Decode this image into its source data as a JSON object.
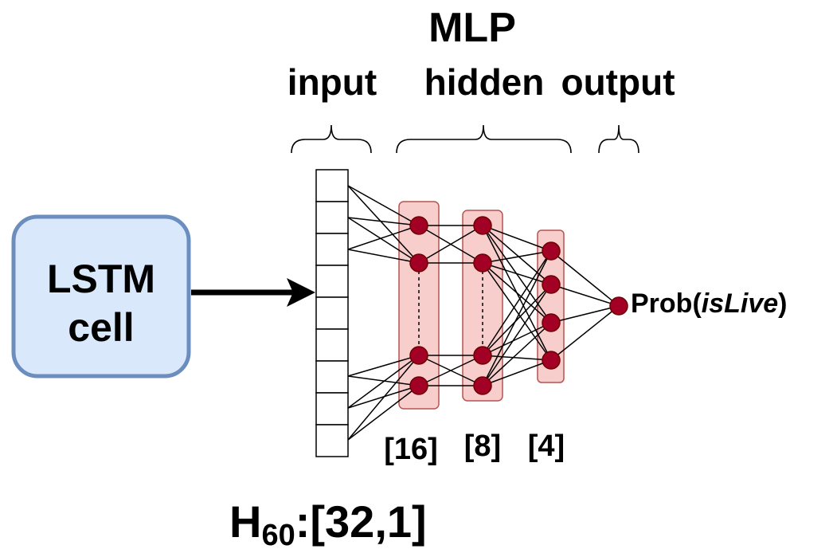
{
  "title": "MLP",
  "sections": {
    "input": "input",
    "hidden": "hidden",
    "output": "output"
  },
  "lstm": {
    "line1": "LSTM",
    "line2": "cell"
  },
  "layer_sizes": [
    "[16]",
    "[8]",
    "[4]"
  ],
  "output_label": {
    "prefix": "Prob(",
    "italic": "isLive",
    "suffix": ")"
  },
  "input_shape": {
    "base": "H",
    "subscript": "60",
    "rest": ":[32,1]"
  },
  "colors": {
    "lstm_fill": "#dae8fc",
    "lstm_stroke": "#6c8ebf",
    "layer_fill": "#f8cecc",
    "layer_stroke": "#b85450",
    "node_fill": "#a20025",
    "node_stroke": "#6f0000"
  }
}
